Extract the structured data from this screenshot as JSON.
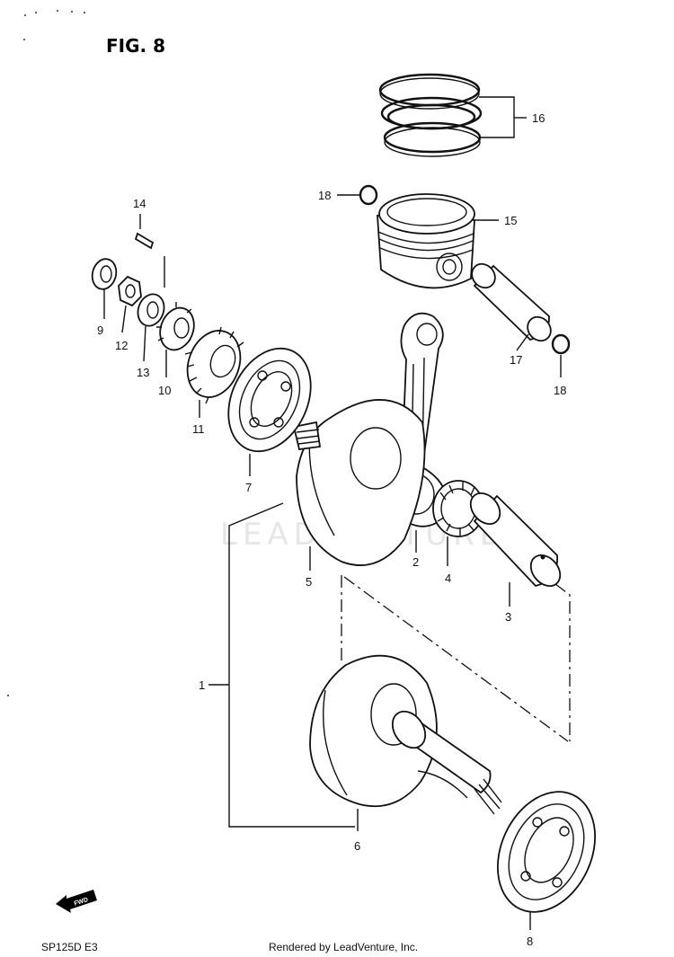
{
  "figure": {
    "title": "FIG. 8"
  },
  "footer": {
    "model": "SP125D E3",
    "credit": "Rendered by LeadVenture, Inc."
  },
  "watermark": "LEADVENTURE",
  "fwd_label": "FWD",
  "parts": [
    {
      "ref": "1"
    },
    {
      "ref": "2"
    },
    {
      "ref": "3"
    },
    {
      "ref": "4"
    },
    {
      "ref": "5"
    },
    {
      "ref": "6"
    },
    {
      "ref": "7"
    },
    {
      "ref": "8"
    },
    {
      "ref": "9"
    },
    {
      "ref": "10"
    },
    {
      "ref": "11"
    },
    {
      "ref": "12"
    },
    {
      "ref": "13"
    },
    {
      "ref": "14"
    },
    {
      "ref": "15"
    },
    {
      "ref": "16"
    },
    {
      "ref": "17"
    },
    {
      "ref": "18"
    },
    {
      "ref": "18"
    }
  ]
}
